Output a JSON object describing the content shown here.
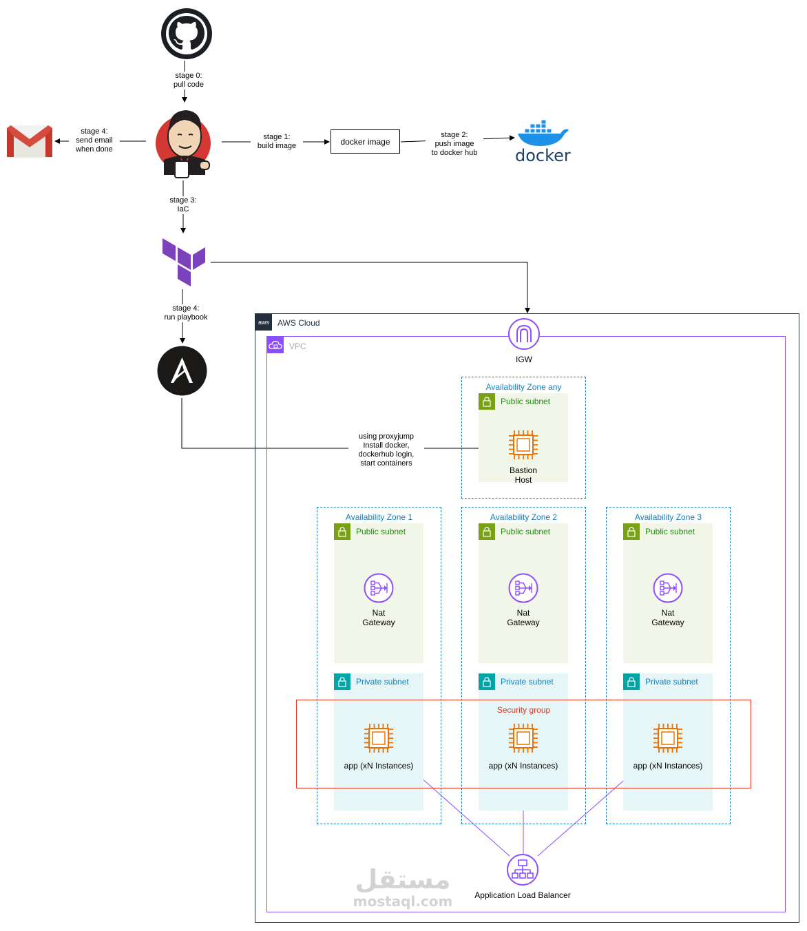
{
  "pipeline": {
    "stage0_line1": "stage 0:",
    "stage0_line2": "pull code",
    "stage1_line1": "stage 1:",
    "stage1_line2": "build image",
    "docker_image": "docker image",
    "stage2_line1": "stage 2:",
    "stage2_line2": "push image",
    "stage2_line3": "to docker hub",
    "stage4_email_line1": "stage 4:",
    "stage4_email_line2": "send email",
    "stage4_email_line3": "when done",
    "stage3_line1": "stage 3:",
    "stage3_line2": "IaC",
    "stage4_play_line1": "stage 4:",
    "stage4_play_line2": "run playbook",
    "ansible_note_line1": "using proxyjump",
    "ansible_note_line2": "Install docker,",
    "ansible_note_line3": "dockerhub login,",
    "ansible_note_line4": "start containers",
    "docker_logo_text": "docker"
  },
  "aws": {
    "cloud_label": "AWS Cloud",
    "aws_badge": "aws",
    "vpc_label": "VPC",
    "igw_label": "IGW",
    "az_any": "Availability Zone any",
    "public_subnet": "Public subnet",
    "private_subnet": "Private subnet",
    "bastion_line1": "Bastion",
    "bastion_line2": "Host",
    "az1": "Availability Zone 1",
    "az2": "Availability Zone 2",
    "az3": "Availability Zone 3",
    "nat_line1": "Nat",
    "nat_line2": "Gateway",
    "security_group": "Security group",
    "app_label": "app (xN Instances)",
    "alb_label": "Application Load Balancer"
  },
  "watermark": {
    "arabic": "مستقل",
    "latin": "mostaql.com"
  },
  "colors": {
    "az_border": "#147eba",
    "vpc_border": "#8c4fff",
    "security_group": "#dd3522",
    "ec2_orange": "#ed7100",
    "network_purple": "#8c4fff",
    "public_green": "#7aa116",
    "private_teal": "#00a4a6"
  }
}
